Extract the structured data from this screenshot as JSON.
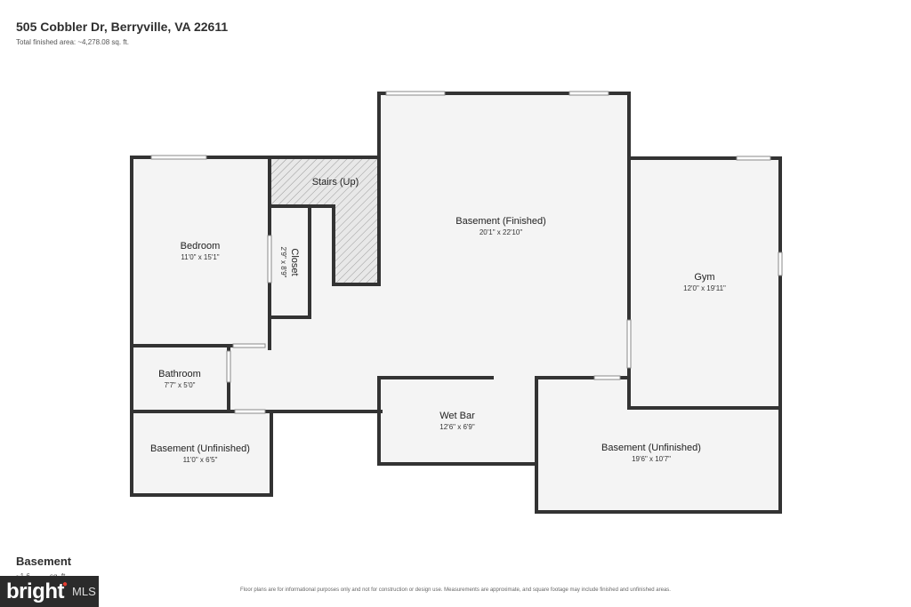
{
  "header": {
    "address": "505 Cobbler Dr, Berryville, VA 22611",
    "total_area": "Total finished area: ~4,278.08 sq. ft."
  },
  "rooms": {
    "stairs": {
      "name": "Stairs (Up)"
    },
    "bedroom": {
      "name": "Bedroom",
      "dims": "11'0\" x 15'1\""
    },
    "closet": {
      "name": "Closet",
      "dims": "2'9\" x 8'9\""
    },
    "basement_finished": {
      "name": "Basement (Finished)",
      "dims": "20'1\" x 22'10\""
    },
    "gym": {
      "name": "Gym",
      "dims": "12'0\" x 19'11\""
    },
    "bathroom": {
      "name": "Bathroom",
      "dims": "7'7\" x 5'0\""
    },
    "wet_bar": {
      "name": "Wet Bar",
      "dims": "12'6\" x 6'9\""
    },
    "basement_unfinished_small": {
      "name": "Basement (Unfinished)",
      "dims": "11'0\" x 6'5\""
    },
    "basement_unfinished_large": {
      "name": "Basement (Unfinished)",
      "dims": "19'6\" x 10'7\""
    }
  },
  "footer": {
    "floor_label": "Basement",
    "floor_area": "~1,6__.__ sq. ft.",
    "disclaimer": "Floor plans are for informational purposes only and not for construction or design use. Measurements are approximate, and square footage may include finished and unfinished areas.",
    "logo_text": "bright",
    "logo_suffix": "MLS"
  },
  "colors": {
    "wall": "#333333",
    "floor": "#f5f5f5",
    "logo_bg": "#2b2b2b",
    "logo_accent": "#e63d30"
  }
}
